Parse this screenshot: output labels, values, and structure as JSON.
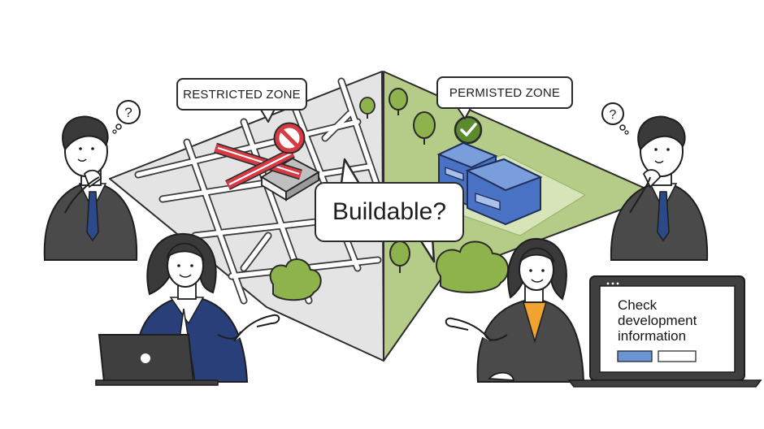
{
  "labels": {
    "restricted_zone": "RESTRICTED ZONE",
    "permitted_zone": "PERMISTED ZONE",
    "question": "Buildable?"
  },
  "laptop_screen": {
    "lines": [
      "Check",
      "development",
      "information"
    ]
  },
  "colors": {
    "restricted_map_bg": "#e4e4e4",
    "permitted_map_bg": "#b5cc88",
    "building_blue": "#4a72c4",
    "no_sign_red": "#d83a44",
    "check_green": "#5c8a2e",
    "tree_green": "#8fb34c",
    "suit_dark": "#4a4a4a",
    "tie_blue": "#2c4a8a",
    "blazer_navy": "#283f7a",
    "screen_button_blue": "#6a94d4"
  },
  "icons": [
    "question-mark-icon",
    "no-entry-icon",
    "checkmark-icon",
    "laptop-logo-icon"
  ]
}
